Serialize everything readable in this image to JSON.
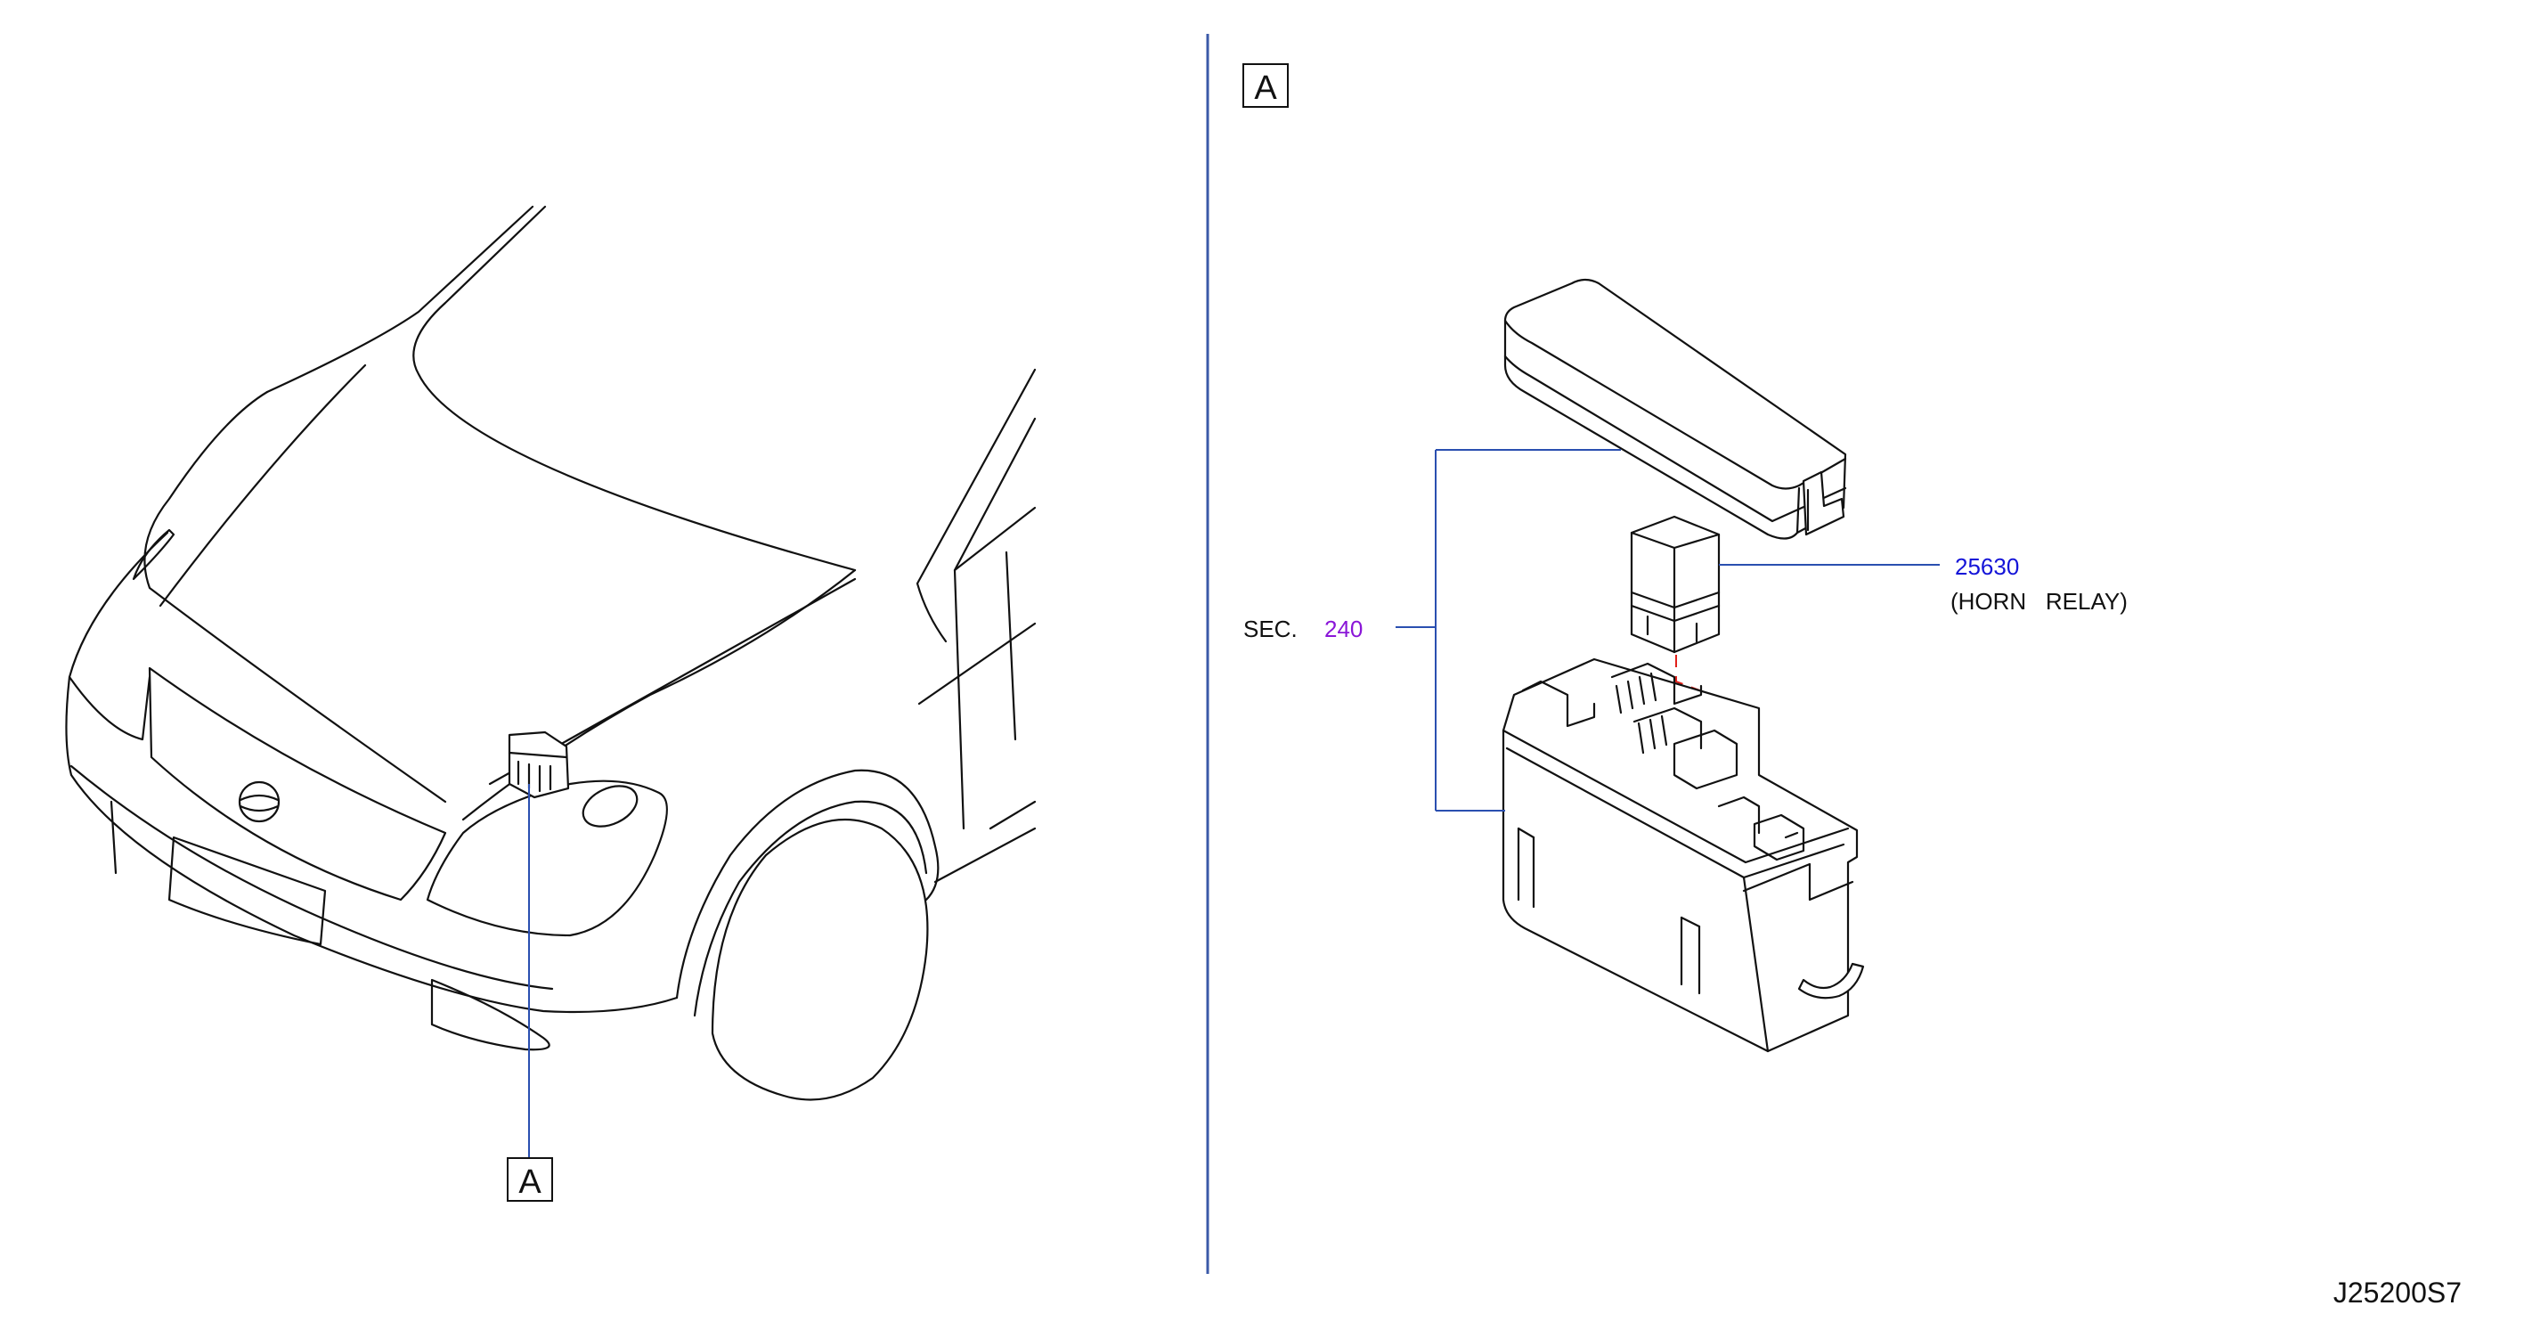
{
  "callout_letter": "A",
  "section_ref": {
    "prefix": "SEC.",
    "number": "240"
  },
  "parts": [
    {
      "number": "25630",
      "name": "(HORN   RELAY)"
    }
  ],
  "diagram_code": "J25200S7",
  "colors": {
    "line": "#111111",
    "leader": "#2a4fb0",
    "part_number": "#1414d8",
    "section_number": "#8a16d8",
    "relay_location": "#e0201a"
  }
}
